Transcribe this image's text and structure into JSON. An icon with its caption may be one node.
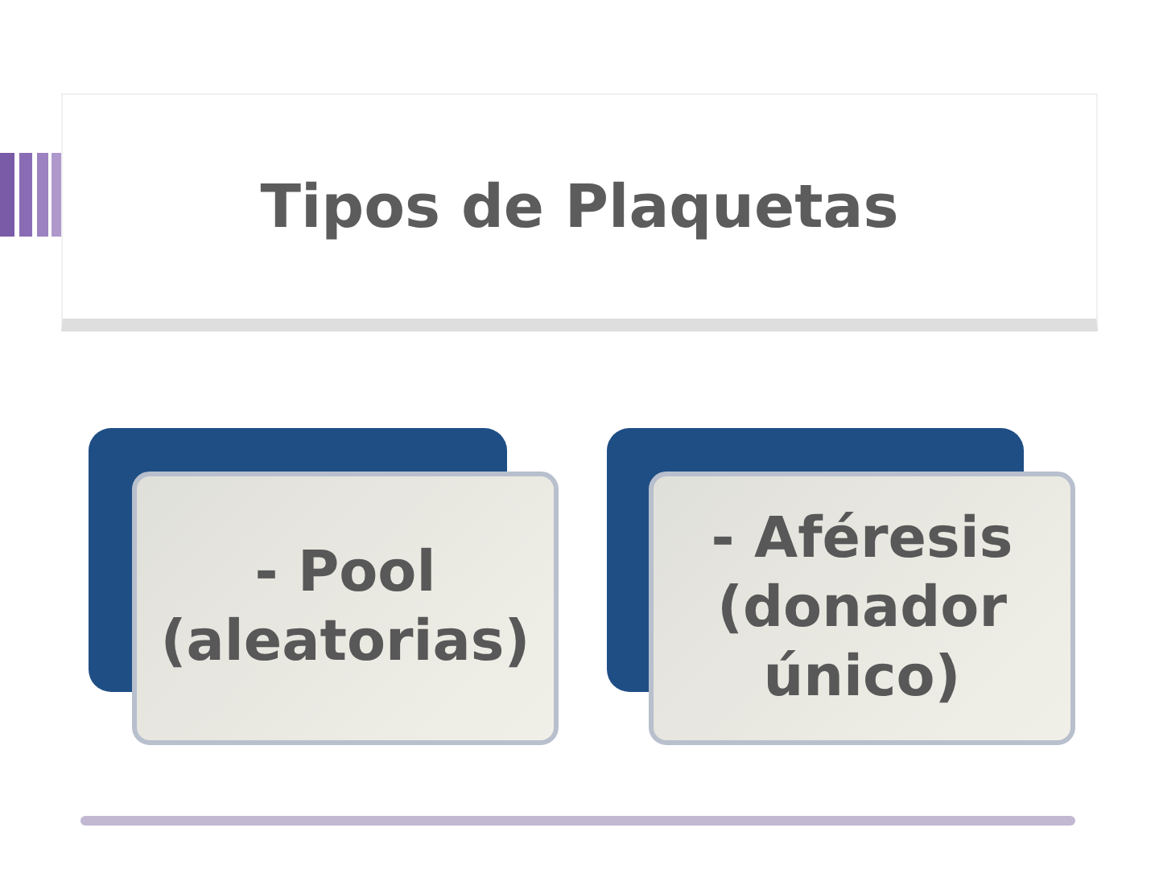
{
  "diagram": {
    "title": "Tipos de Plaquetas",
    "nodes": [
      {
        "text": [
          "- Pool (aleatorias)"
        ]
      },
      {
        "text": [
          "- Aféresis (donador único)"
        ]
      }
    ]
  }
}
